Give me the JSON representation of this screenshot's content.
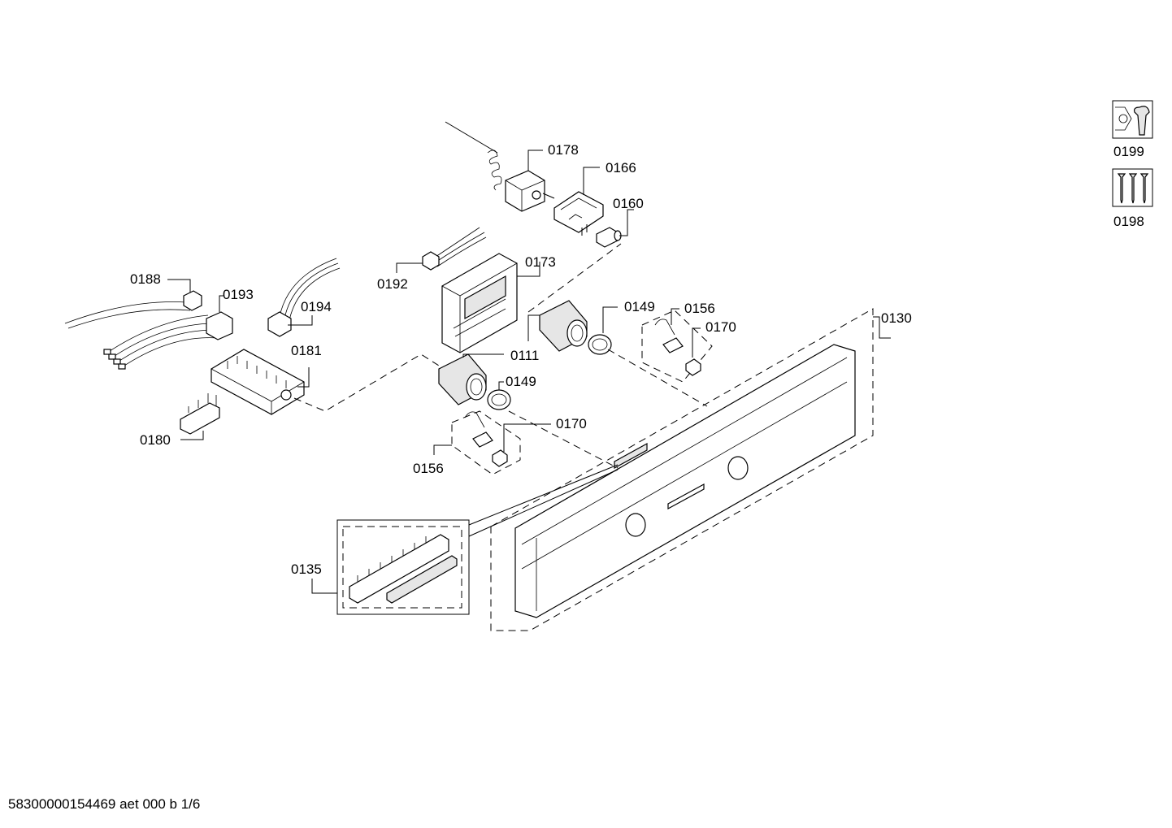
{
  "labels": {
    "p0178": "0178",
    "p0166": "0166",
    "p0160": "0160",
    "p0173": "0173",
    "p0192": "0192",
    "p0188": "0188",
    "p0193": "0193",
    "p0194": "0194",
    "p0181": "0181",
    "p0180": "0180",
    "p0111": "0111",
    "p0149a": "0149",
    "p0149b": "0149",
    "p0156a": "0156",
    "p0156b": "0156",
    "p0170a": "0170",
    "p0170b": "0170",
    "p0130": "0130",
    "p0135": "0135",
    "p0199": "0199",
    "p0198": "0198"
  },
  "icons": {
    "service_tool": "wrench-nut-icon",
    "screws": "screws-icon"
  },
  "footer": "58300000154469 aet 000 b 1/6"
}
